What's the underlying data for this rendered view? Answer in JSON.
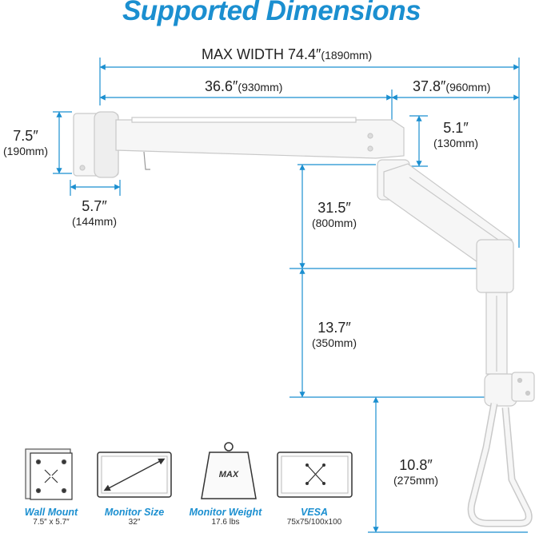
{
  "title": "Supported Dimensions",
  "dimensions": {
    "max_width": {
      "label": "MAX WIDTH 74.4″",
      "metric": "(1890mm)"
    },
    "arm1_width": {
      "label": "36.6″",
      "metric": "(930mm)"
    },
    "arm2_width": {
      "label": "37.8″",
      "metric": "(960mm)"
    },
    "mount_height": {
      "label": "7.5″",
      "metric": "(190mm)"
    },
    "mount_width": {
      "label": "5.7″",
      "metric": "(144mm)"
    },
    "arm_drop": {
      "label": "5.1″",
      "metric": "(130mm)"
    },
    "arm2_rise": {
      "label": "31.5″",
      "metric": "(800mm)"
    },
    "pole_height": {
      "label": "13.7″",
      "metric": "(350mm)"
    },
    "handle_height": {
      "label": "10.8″",
      "metric": "(275mm)"
    }
  },
  "specs": [
    {
      "label": "Wall Mount",
      "value": "7.5″ x 5.7″",
      "icon": "wall-mount-icon"
    },
    {
      "label": "Monitor Size",
      "value": "32″",
      "icon": "monitor-size-icon"
    },
    {
      "label": "Monitor Weight",
      "value": "17.6 lbs",
      "icon": "weight-icon",
      "icon_text": "MAX"
    },
    {
      "label": "VESA",
      "value": "75x75/100x100",
      "icon": "vesa-icon"
    }
  ],
  "colors": {
    "accent": "#1b8fd0",
    "dimension_line": "#1b8fd0",
    "text": "#222222"
  }
}
